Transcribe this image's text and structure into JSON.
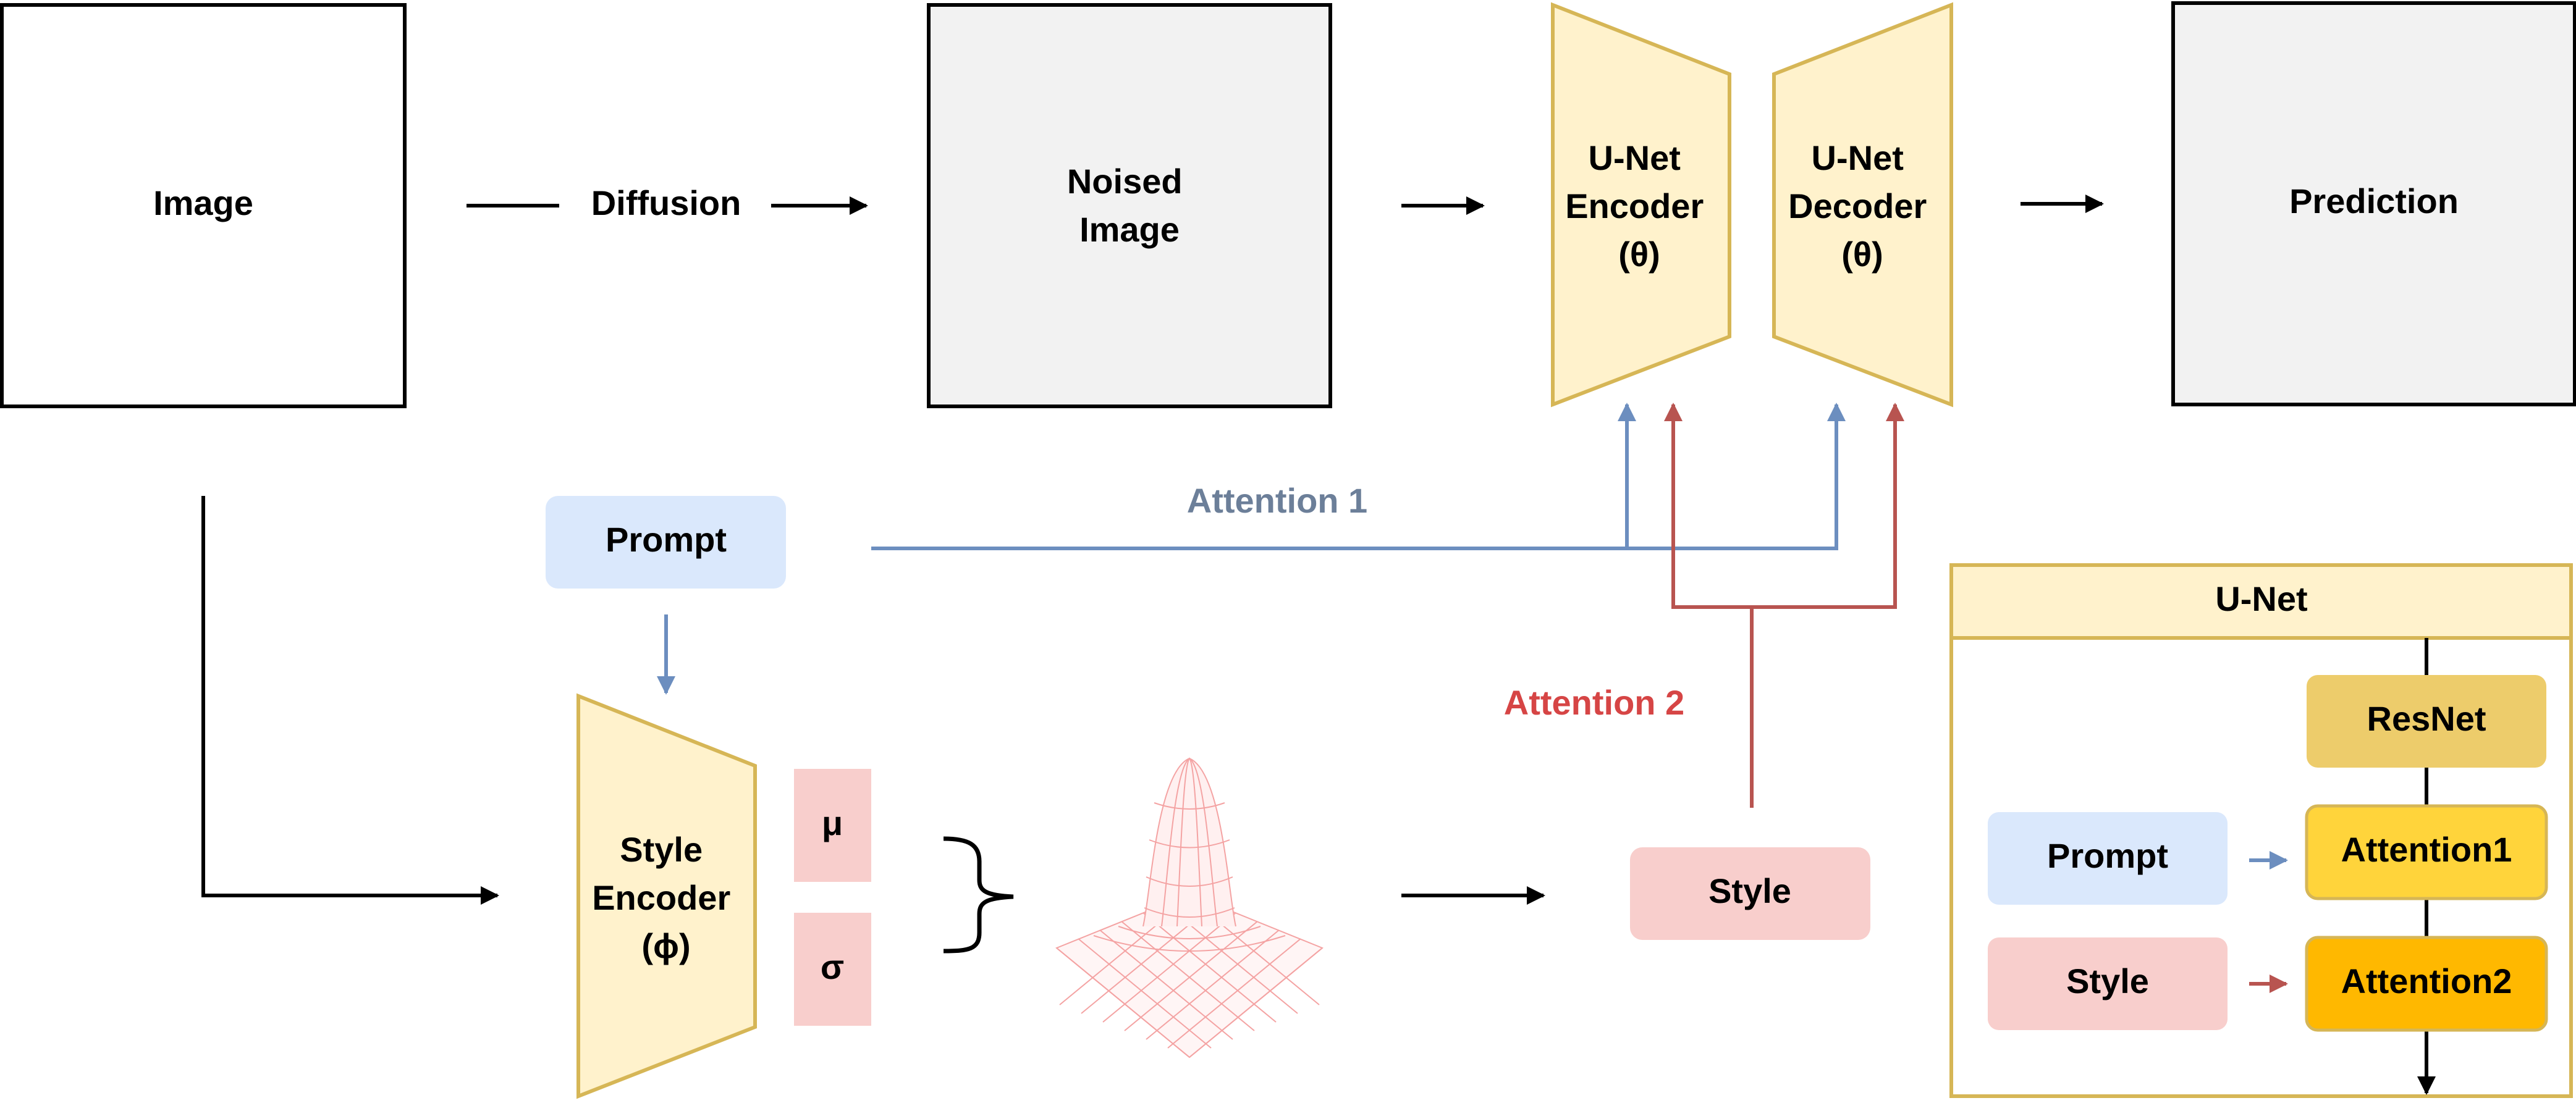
{
  "labels": {
    "image": "Image",
    "diffusion": "Diffusion",
    "noised_line1": "Noised",
    "noised_line2": "Image",
    "encoder_line1": "U-Net",
    "encoder_line2": "Encoder",
    "encoder_line3": "(θ)",
    "decoder_line1": "U-Net",
    "decoder_line2": "Decoder",
    "decoder_line3": "(θ)",
    "prediction": "Prediction",
    "prompt": "Prompt",
    "attention1": "Attention 1",
    "attention2": "Attention 2",
    "style_enc_line1": "Style",
    "style_enc_line2": "Encoder",
    "style_enc_line3": "(ϕ)",
    "mu": "μ",
    "sigma": "σ",
    "style": "Style"
  },
  "legend": {
    "title": "U-Net",
    "resnet": "ResNet",
    "prompt": "Prompt",
    "style": "Style",
    "attention1": "Attention1",
    "attention2": "Attention2"
  },
  "colors": {
    "yellow_fill": "#FFF2CC",
    "yellow_stroke": "#D6B656",
    "gray_fill": "#F2F2F2",
    "blue_fill": "#DAE8FC",
    "blue_line": "#6C8EBF",
    "pink_fill": "#F8CECC",
    "red_line": "#B85450",
    "attention1_text": "#6C7F99",
    "attention2_text": "#D64545",
    "resnet_fill": "#EDCC6B",
    "attention1_fill": "#FFD43B",
    "attention2_fill": "#FFB800"
  }
}
